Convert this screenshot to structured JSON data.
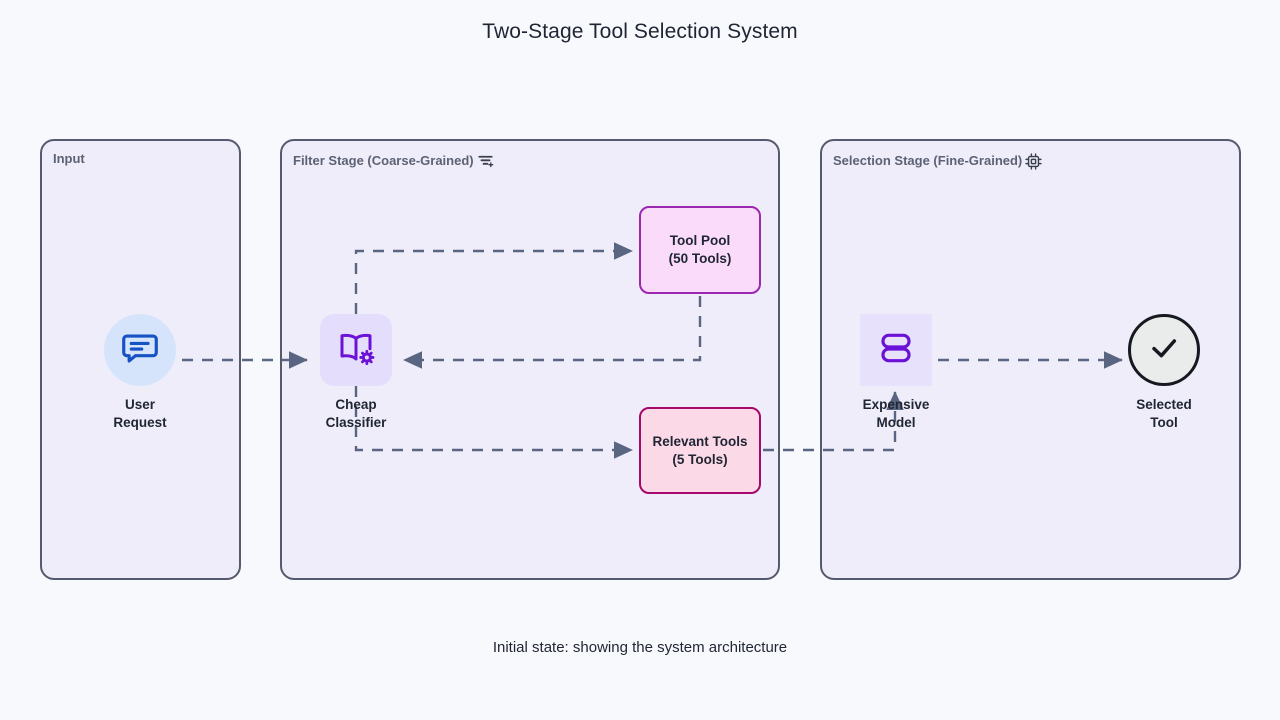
{
  "page": {
    "title": "Two-Stage Tool Selection System",
    "caption": "Initial state: showing the system architecture",
    "background_color": "#f8f9fc"
  },
  "containers": [
    {
      "id": "input",
      "label": "Input",
      "icon": null,
      "border_color": "#555a6e",
      "fill_color": "#efedfa"
    },
    {
      "id": "filter",
      "label": "Filter Stage (Coarse-Grained)",
      "icon": "filter-plus-icon",
      "border_color": "#555a6e",
      "fill_color": "#efedfa"
    },
    {
      "id": "selection",
      "label": "Selection Stage (Fine-Grained)",
      "icon": "cpu-chip-icon",
      "border_color": "#555a6e",
      "fill_color": "#efedfa"
    }
  ],
  "nodes": [
    {
      "id": "user-request",
      "label_line1": "User",
      "label_line2": "Request",
      "icon": "message-bubble-icon",
      "shape": "circle",
      "fill_color": "#d6e4fb",
      "icon_color": "#1552c4"
    },
    {
      "id": "cheap-classifier",
      "label_line1": "Cheap",
      "label_line2": "Classifier",
      "icon": "book-gear-icon",
      "shape": "rounded-square",
      "fill_color": "#e4ddfb",
      "icon_color": "#6b12d6"
    },
    {
      "id": "tool-pool",
      "label_line1": "Tool Pool",
      "label_line2": "(50 Tools)",
      "shape": "box",
      "fill_color": "#fadcfa",
      "border_color": "#9c27b0"
    },
    {
      "id": "relevant-tools",
      "label_line1": "Relevant Tools",
      "label_line2": "(5 Tools)",
      "shape": "box",
      "fill_color": "#fcd9e7",
      "border_color": "#a4096b"
    },
    {
      "id": "expensive-model",
      "label_line1": "Expensive",
      "label_line2": "Model",
      "icon": "database-stack-icon",
      "shape": "square",
      "fill_color": "#e7e1fb",
      "icon_color": "#6b12d6"
    },
    {
      "id": "selected-tool",
      "label_line1": "Selected",
      "label_line2": "Tool",
      "icon": "circle-check-icon",
      "shape": "circle-outline",
      "fill_color": "#e9ecea",
      "icon_color": "#16191f"
    }
  ],
  "edges": [
    {
      "id": "user-to-classifier",
      "from": "user-request",
      "to": "cheap-classifier",
      "style": "dashed",
      "color": "#5a6581"
    },
    {
      "id": "classifier-to-tool-pool",
      "from": "cheap-classifier",
      "to": "tool-pool",
      "style": "dashed",
      "color": "#5a6581"
    },
    {
      "id": "tool-pool-to-classifier",
      "from": "tool-pool",
      "to": "cheap-classifier",
      "style": "dashed",
      "color": "#5a6581"
    },
    {
      "id": "classifier-to-relevant",
      "from": "cheap-classifier",
      "to": "relevant-tools",
      "style": "dashed",
      "color": "#5a6581"
    },
    {
      "id": "relevant-to-expensive",
      "from": "relevant-tools",
      "to": "expensive-model",
      "style": "dashed",
      "color": "#5a6581"
    },
    {
      "id": "expensive-to-selected",
      "from": "expensive-model",
      "to": "selected-tool",
      "style": "dashed",
      "color": "#5a6581"
    }
  ]
}
